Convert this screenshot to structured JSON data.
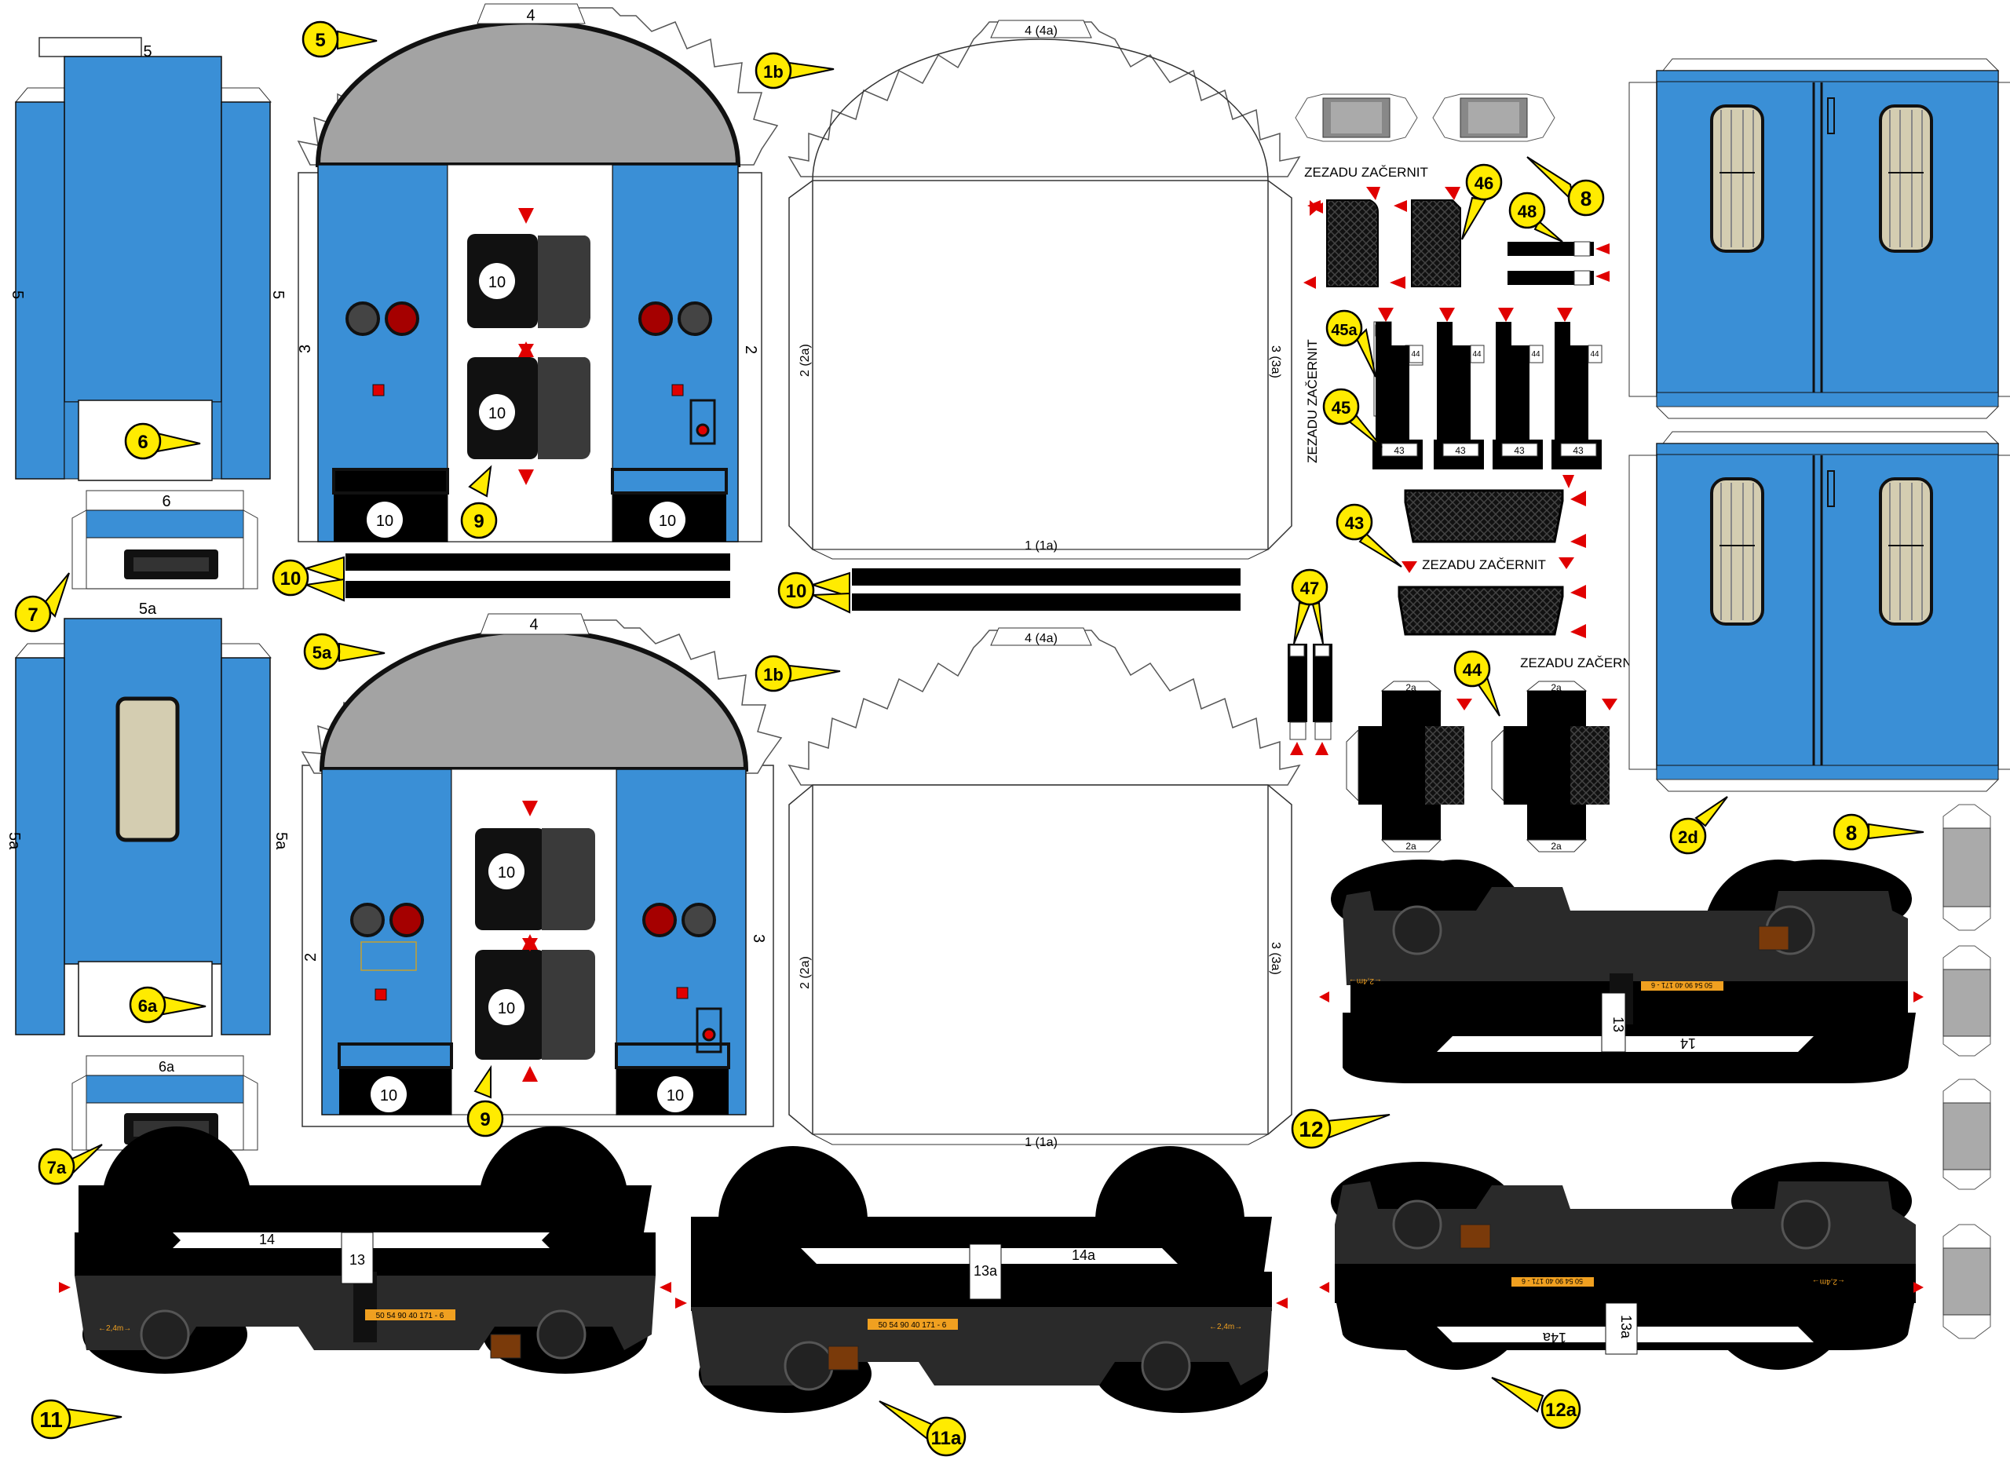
{
  "colors": {
    "blue": "#3a8fd6",
    "grey_roof": "#a3a3a3",
    "window_beige": "#d4cdb1",
    "callout_yellow": "#ffeb00",
    "marker_red": "#e00000",
    "plate_orange": "#f0a020",
    "black": "#000000",
    "dark_grey": "#3a3a3a"
  },
  "callouts": {
    "c5": "5",
    "c6": "6",
    "c7": "7",
    "c5a": "5a",
    "c6a": "6a",
    "c7a": "7a",
    "c10a": "10",
    "c10b": "10",
    "c9a": "9",
    "c9b": "9",
    "c1b_top": "1b",
    "c1b_bot": "1b",
    "c8_top": "8",
    "c8_right": "8",
    "c46": "46",
    "c48": "48",
    "c45a": "45a",
    "c45": "45",
    "c43": "43",
    "c47": "47",
    "c44": "44",
    "c2d": "2d",
    "c12": "12",
    "c12a": "12a",
    "c11": "11",
    "c11a": "11a"
  },
  "labels": {
    "box_top": "5",
    "box_left": "5",
    "box_right": "5",
    "strip_top": "6",
    "box2_top": "5a",
    "box2_left": "5a",
    "box2_right": "5a",
    "strip2_top": "6a",
    "end_top_4": "4",
    "end_top_left": "3",
    "end_top_right": "2",
    "end_bot_4": "4",
    "end_bot_left": "2",
    "end_bot_right": "3",
    "n10": "10",
    "shell_top": "4 (4a)",
    "shell_bottom": "1 (1a)",
    "shell_left": "2 (2a)",
    "shell_right": "3 (3a)",
    "zacernit": "ZEZADU ZAČERNIT",
    "t43": "43",
    "t44": "44",
    "t2a": "2a",
    "t2": "2",
    "t48": "48",
    "bogie_13": "13",
    "bogie_14": "14",
    "bogie_13a": "13a",
    "bogie_14a": "14a",
    "plate": "50 54 90 40 171 - 6",
    "weight": "←2,4m→"
  }
}
